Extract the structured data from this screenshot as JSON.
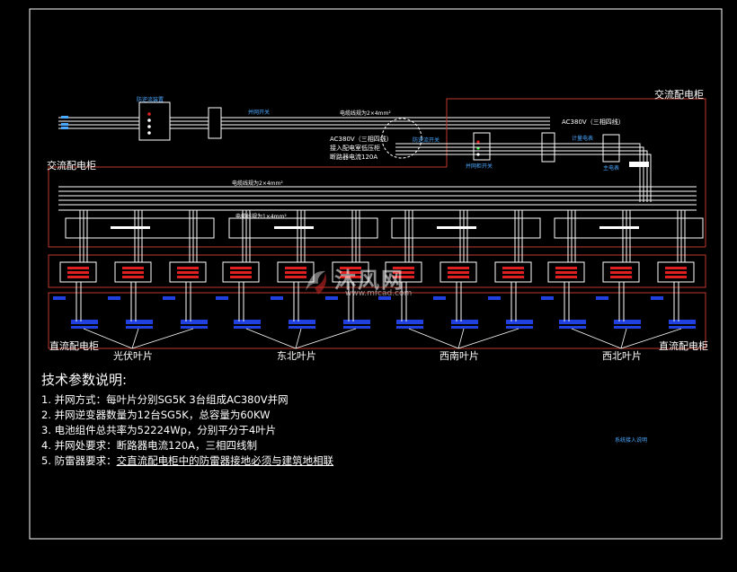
{
  "top": {
    "cable_label_1": "电缆线规为2×4mm²",
    "ac_spec": "AC380V（三相四线）",
    "ac_note_lines": [
      "AC380V（三相四线）",
      "接入配电室低压柜",
      "断路器电流120A"
    ],
    "breaker_caption_1": "防逆流开关",
    "breaker_caption_2": "并网开关",
    "meter_caption": "计量电表",
    "box_caption_left": "防逆流装置",
    "caption_small_1": "并网柜开关",
    "caption_small_2": "主电表"
  },
  "cabinet": {
    "ac_label_top": "交流配电柜",
    "ac_label_left": "交流配电柜",
    "cable_label_2": "电缆线规为2×4mm²",
    "cable_label_3": "电缆线规为1×4mm²"
  },
  "dc": {
    "label_left": "直流配电柜",
    "label_right": "直流配电柜"
  },
  "groups": [
    "光伏叶片",
    "东北叶片",
    "西南叶片",
    "西北叶片"
  ],
  "notes": {
    "heading": "技术参数说明:",
    "items": [
      "1. 并网方式：每叶片分别SG5K  3台组成AC380V并网",
      "2. 并网逆变器数量为12台SG5K，总容量为60KW",
      "3. 电池组件总共率为52224Wp，分别平分于4叶片",
      "4. 并网处要求：断路器电流120A，三相四线制"
    ],
    "item5_prefix": "5. 防雷器要求：",
    "item5_underlined": "交直流配电柜中的防雷器接地必须与建筑地相联"
  },
  "side_note": "系统接入说明",
  "watermark": {
    "name": "沐风网",
    "url": "www.mfcad.com"
  },
  "colors": {
    "background": "#000000",
    "frame": "#c0392b",
    "inverter": "#e02020",
    "combiner": "#2040e0",
    "wire": "#ffffff"
  }
}
